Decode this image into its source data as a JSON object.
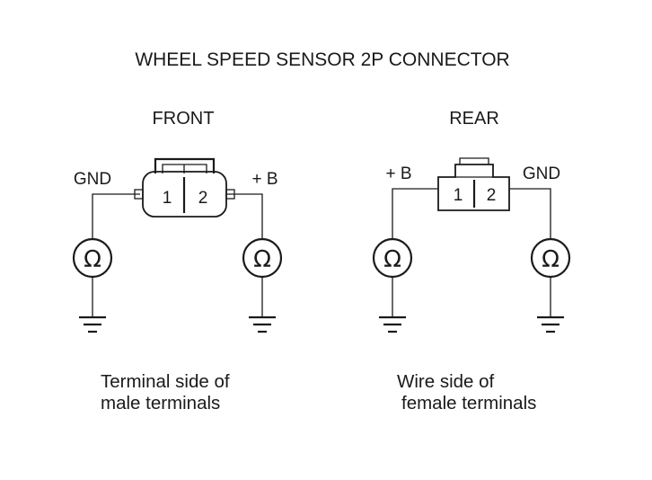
{
  "title": "WHEEL SPEED SENSOR 2P CONNECTOR",
  "front": {
    "label": "FRONT",
    "left_terminal": "GND",
    "right_terminal": "+ B",
    "pin1": "1",
    "pin2": "2",
    "meter_symbol": "Ω",
    "caption_line1": "Terminal side of",
    "caption_line2": "male terminals"
  },
  "rear": {
    "label": "REAR",
    "left_terminal": "+ B",
    "right_terminal": "GND",
    "pin1": "1",
    "pin2": "2",
    "meter_symbol": "Ω",
    "caption_line1": "Wire side of",
    "caption_line2": "female terminals"
  },
  "icons": [
    "ohmmeter-icon",
    "ground-icon",
    "connector-icon"
  ]
}
